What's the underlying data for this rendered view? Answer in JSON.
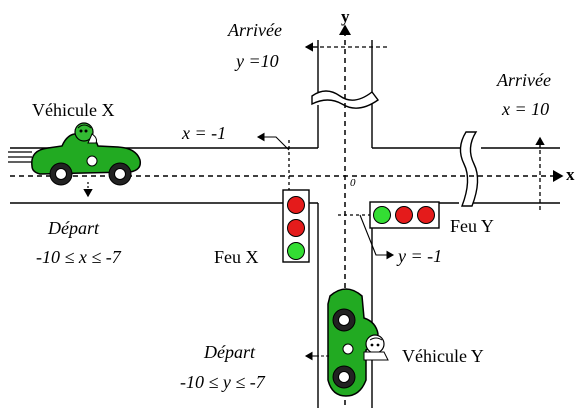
{
  "axes": {
    "y_label": "y",
    "x_label": "x",
    "origin_label": "0"
  },
  "finish_y": {
    "title": "Arrivée",
    "condition": "y =10"
  },
  "finish_x": {
    "title": "Arrivée",
    "condition": "x = 10"
  },
  "vehicle_x": {
    "label": "Véhicule X",
    "start_title": "Départ",
    "start_range": "-10 ≤ x ≤ -7"
  },
  "vehicle_y": {
    "label": "Véhicule Y",
    "start_title": "Départ",
    "start_range": "-10 ≤ y ≤ -7"
  },
  "light_x": {
    "label": "Feu X",
    "line_label": "x = -1",
    "lamps": [
      "red",
      "red",
      "green"
    ]
  },
  "light_y": {
    "label": "Feu Y",
    "line_label": "y = -1",
    "lamps": [
      "green",
      "red",
      "red"
    ]
  },
  "colors": {
    "car_body": "#22aa22",
    "lamp_red": "#e41b1b",
    "lamp_green": "#33dd33",
    "road_line": "#000000"
  }
}
